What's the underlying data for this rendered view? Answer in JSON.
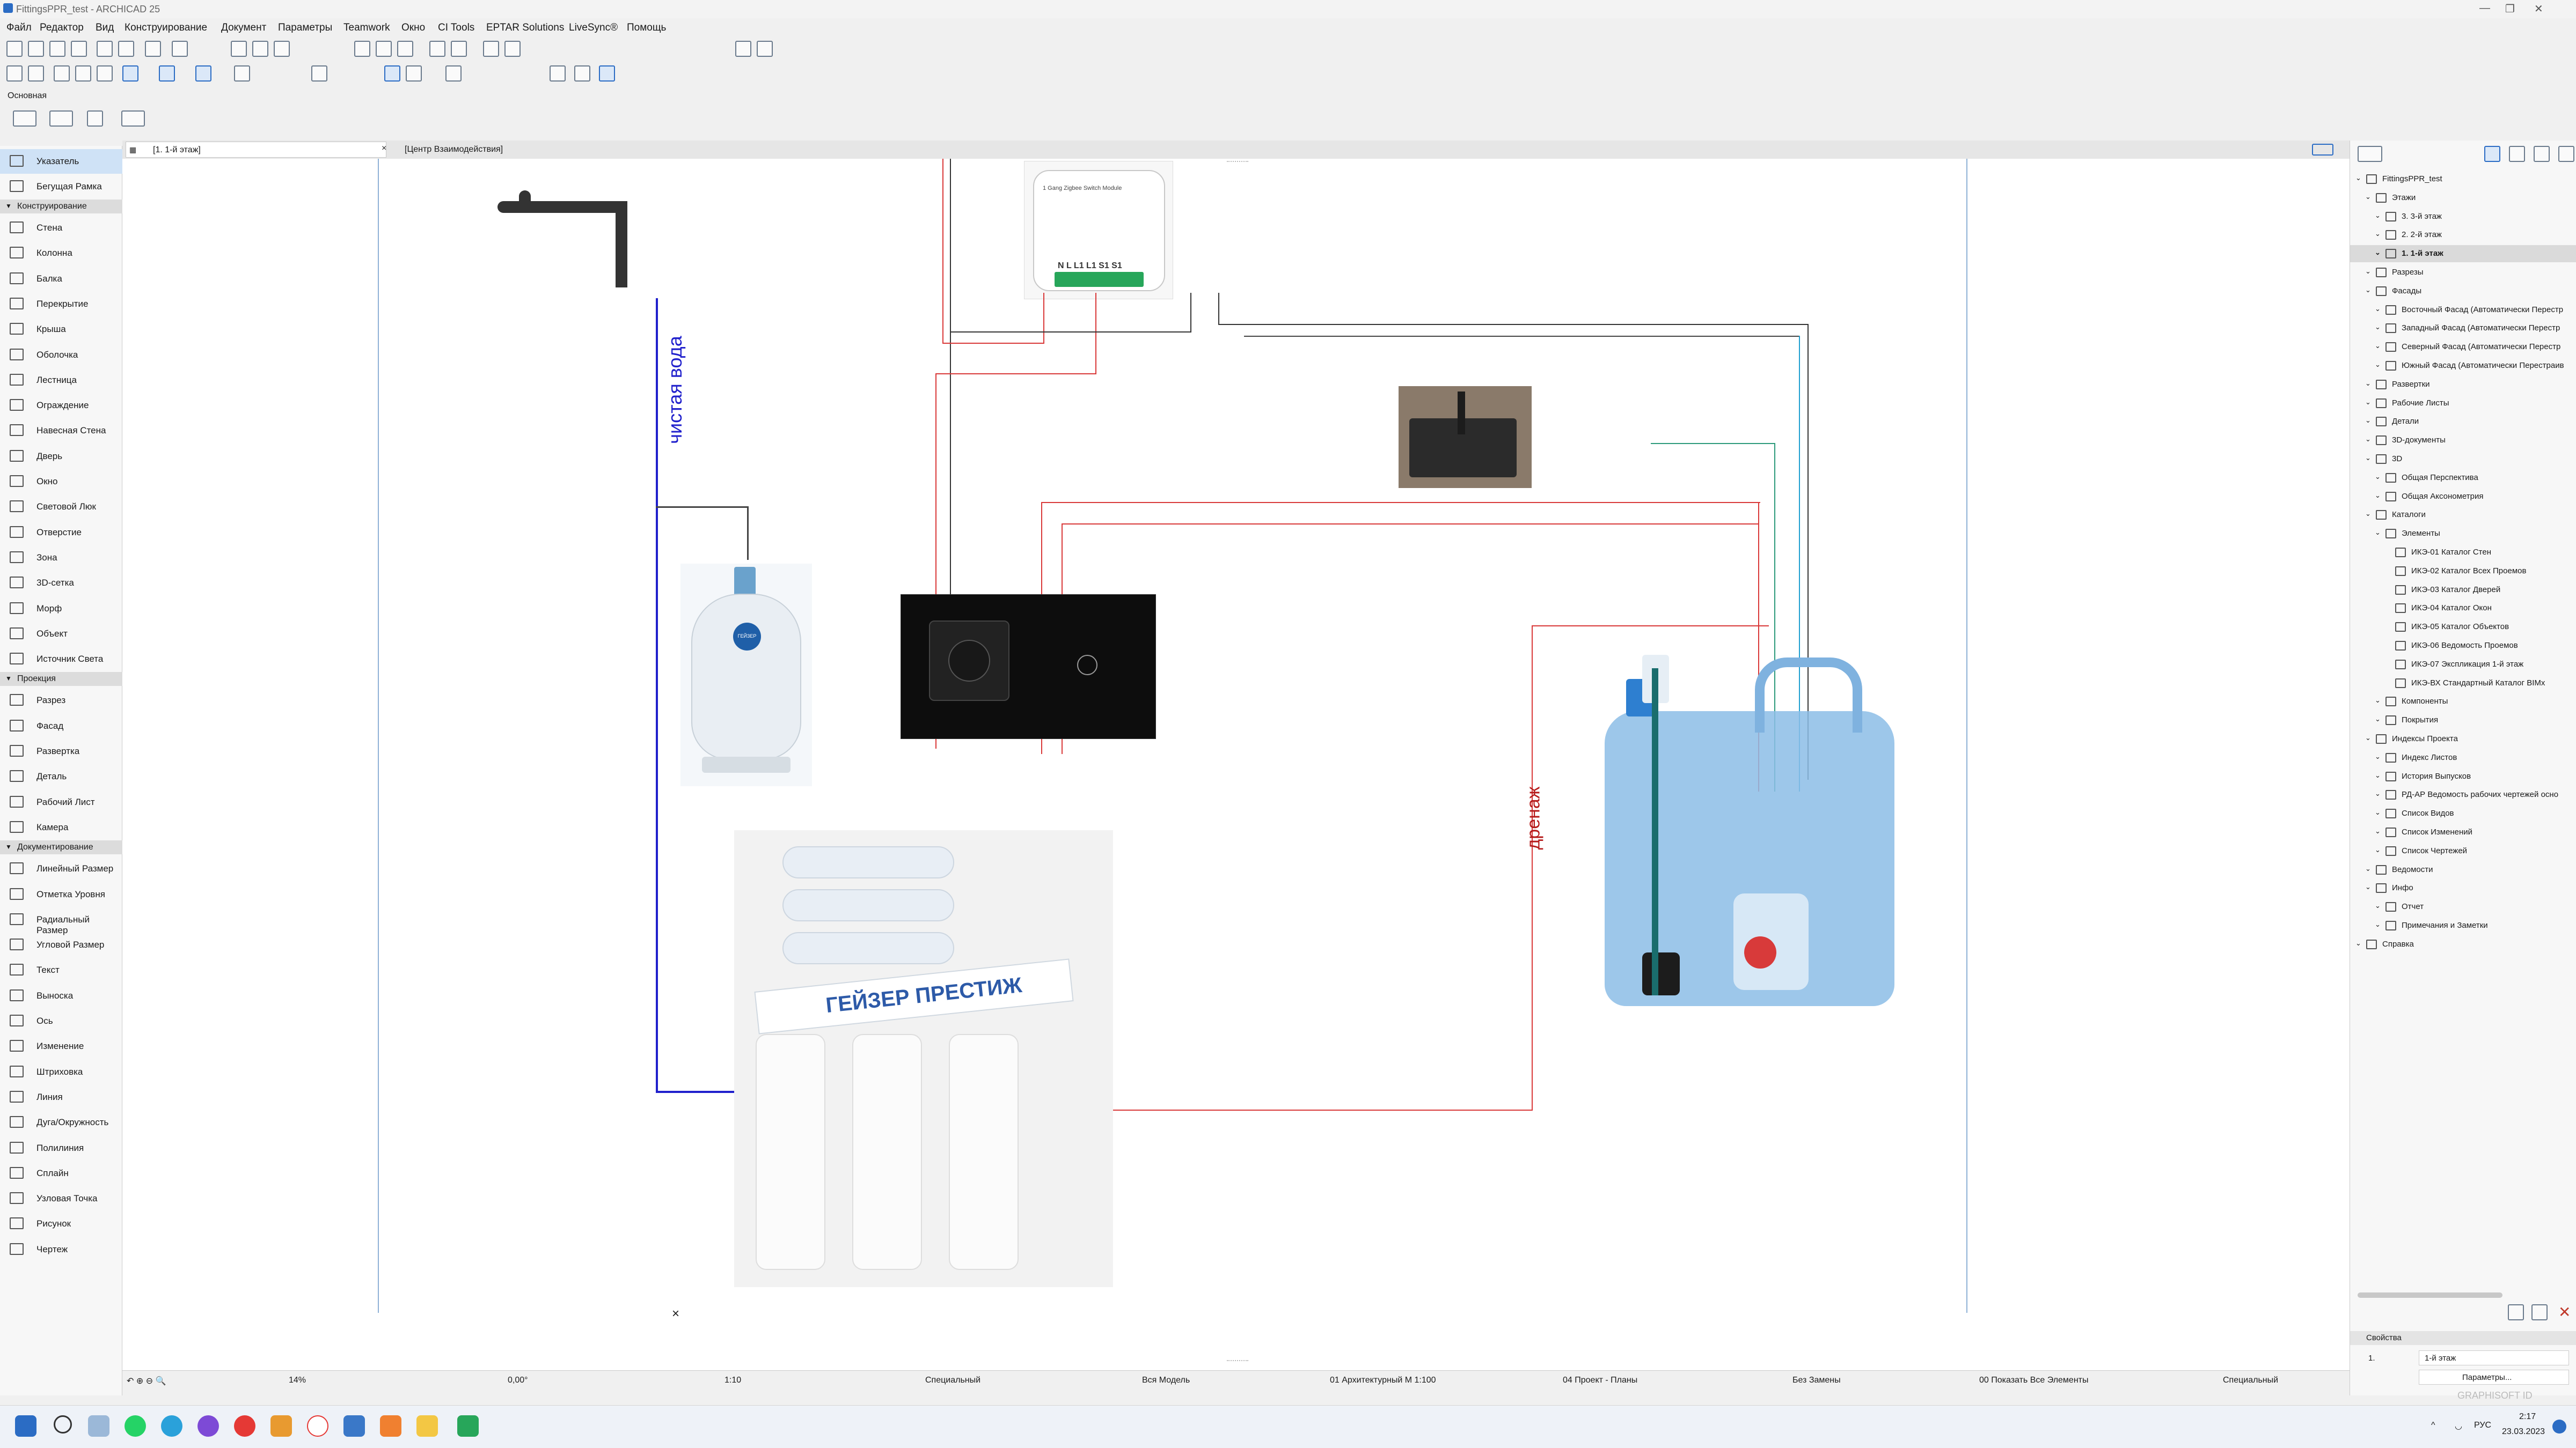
{
  "window": {
    "title": "FittingsPPR_test - ARCHICAD 25"
  },
  "menu": {
    "items": [
      "Файл",
      "Редактор",
      "Вид",
      "Конструирование",
      "Документ",
      "Параметры",
      "Teamwork",
      "Окно",
      "CI Tools",
      "EPTAR Solutions",
      "LiveSync®",
      "Помощь"
    ]
  },
  "toolbox_header": "Основная",
  "toolbox": {
    "top": [
      {
        "label": "Указатель"
      },
      {
        "label": "Бегущая Рамка"
      }
    ],
    "sections": [
      {
        "title": "Конструирование",
        "items": [
          "Стена",
          "Колонна",
          "Балка",
          "Перекрытие",
          "Крыша",
          "Оболочка",
          "Лестница",
          "Ограждение",
          "Навесная Стена",
          "Дверь",
          "Окно",
          "Световой Люк",
          "Отверстие",
          "Зона",
          "3D-сетка",
          "Морф",
          "Объект",
          "Источник Света"
        ]
      },
      {
        "title": "Проекция",
        "items": [
          "Разрез",
          "Фасад",
          "Развертка",
          "Деталь",
          "Рабочий Лист",
          "Камера"
        ]
      },
      {
        "title": "Документирование",
        "items": [
          "Линейный Размер",
          "Отметка Уровня",
          "Радиальный Размер",
          "Угловой Размер",
          "Текст",
          "Выноска",
          "Ось",
          "Изменение",
          "Штриховка",
          "Линия",
          "Дуга/Окружность",
          "Полилиния",
          "Сплайн",
          "Узловая Точка",
          "Рисунок",
          "Чертеж"
        ]
      }
    ]
  },
  "tabs": {
    "plan": "[1. 1-й этаж]",
    "info_center": "[Центр Взаимодействия]"
  },
  "drawing": {
    "labels": {
      "clean_water": "чистая вода",
      "drain": "дренаж"
    },
    "switch_module": {
      "title": "1 Gang Zigbee Switch Module",
      "terminals": "N L L1 L1 S1 S1"
    },
    "filter_brand": "ГЕЙЗЕР ПРЕСТИЖ",
    "tank_brand": "ГЕЙЗЕР",
    "cross_mark": "×",
    "colors": {
      "red": "#d93838",
      "blue": "#2020cc",
      "black": "#222222",
      "teal": "#2c9a7a",
      "cyan": "#1f9fd0"
    }
  },
  "navigator": {
    "tree": [
      {
        "label": "FittingsPPR_test",
        "level": 0
      },
      {
        "label": "Этажи",
        "level": 1
      },
      {
        "label": "3. 3-й этаж",
        "level": 2
      },
      {
        "label": "2. 2-й этаж",
        "level": 2
      },
      {
        "label": "1. 1-й этаж",
        "level": 2,
        "selected": true
      },
      {
        "label": "Разрезы",
        "level": 1
      },
      {
        "label": "Фасады",
        "level": 1
      },
      {
        "label": "Восточный Фасад (Автоматически Перестр",
        "level": 2
      },
      {
        "label": "Западный Фасад (Автоматически Перестр",
        "level": 2
      },
      {
        "label": "Северный Фасад (Автоматически Перестр",
        "level": 2
      },
      {
        "label": "Южный Фасад (Автоматически Перестраив",
        "level": 2
      },
      {
        "label": "Развертки",
        "level": 1
      },
      {
        "label": "Рабочие Листы",
        "level": 1
      },
      {
        "label": "Детали",
        "level": 1
      },
      {
        "label": "3D-документы",
        "level": 1
      },
      {
        "label": "3D",
        "level": 1
      },
      {
        "label": "Общая Перспектива",
        "level": 2
      },
      {
        "label": "Общая Аксонометрия",
        "level": 2
      },
      {
        "label": "Каталоги",
        "level": 1
      },
      {
        "label": "Элементы",
        "level": 2
      },
      {
        "label": "ИКЭ-01 Каталог Стен",
        "level": 3
      },
      {
        "label": "ИКЭ-02 Каталог Всех Проемов",
        "level": 3
      },
      {
        "label": "ИКЭ-03 Каталог Дверей",
        "level": 3
      },
      {
        "label": "ИКЭ-04 Каталог Окон",
        "level": 3
      },
      {
        "label": "ИКЭ-05 Каталог Объектов",
        "level": 3
      },
      {
        "label": "ИКЭ-06 Ведомость Проемов",
        "level": 3
      },
      {
        "label": "ИКЭ-07 Экспликация 1-й этаж",
        "level": 3
      },
      {
        "label": "ИКЭ-ВХ Стандартный Каталог BIMx",
        "level": 3
      },
      {
        "label": "Компоненты",
        "level": 2
      },
      {
        "label": "Покрытия",
        "level": 2
      },
      {
        "label": "Индексы Проекта",
        "level": 1
      },
      {
        "label": "Индекс Листов",
        "level": 2
      },
      {
        "label": "История Выпусков",
        "level": 2
      },
      {
        "label": "РД-АР Ведомость рабочих чертежей осно",
        "level": 2
      },
      {
        "label": "Список Видов",
        "level": 2
      },
      {
        "label": "Список Изменений",
        "level": 2
      },
      {
        "label": "Список Чертежей",
        "level": 2
      },
      {
        "label": "Ведомости",
        "level": 1
      },
      {
        "label": "Инфо",
        "level": 1
      },
      {
        "label": "Отчет",
        "level": 2
      },
      {
        "label": "Примечания и Заметки",
        "level": 2
      },
      {
        "label": "Справка",
        "level": 0
      }
    ],
    "properties": {
      "title": "Свойства",
      "id": "1.",
      "value": "1-й этаж",
      "button": "Параметры..."
    },
    "graphisoft": "GRAPHISOFT ID"
  },
  "status": {
    "zoom": "14%",
    "angle": "0,00°",
    "scale": "1:10",
    "pen_set": "Специальный",
    "model": "Вся Модель",
    "layer": "01 Архитектурный М 1:100",
    "view": "04 Проект - Планы",
    "renovation": "Без Замены",
    "filter": "00 Показать Все Элементы",
    "structure": "Специальный"
  },
  "taskbar": {
    "time": "2:17",
    "date": "23.03.2023",
    "lang": "РУС"
  }
}
